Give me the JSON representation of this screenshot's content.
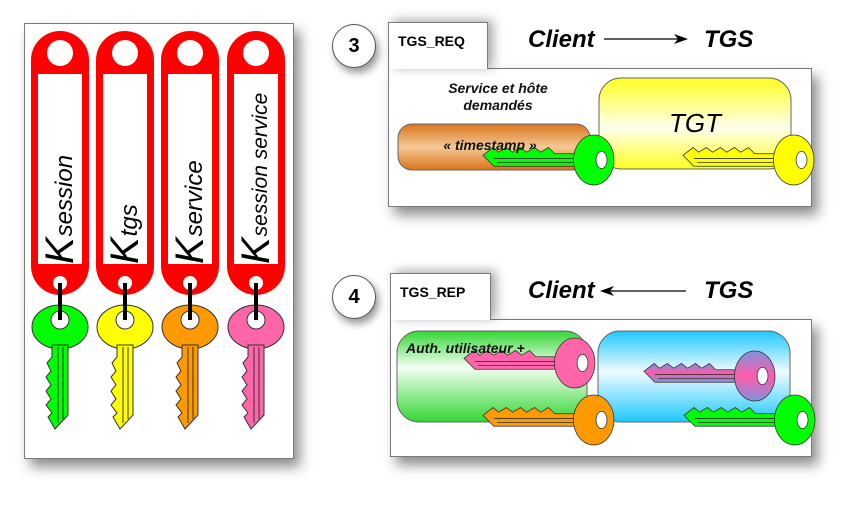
{
  "keyring": {
    "keys": [
      {
        "main": "K",
        "sub": "session",
        "key_color": "#00ff00"
      },
      {
        "main": "K",
        "sub": "tgs",
        "key_color": "#ffff00"
      },
      {
        "main": "K",
        "sub": "service",
        "key_color": "#ff9900"
      },
      {
        "main": "K",
        "sub": "session service",
        "key_color": "#ff66aa"
      }
    ],
    "tag_color": "#ff0000"
  },
  "step3": {
    "number": "3",
    "message": "TGS_REQ",
    "from": "Client",
    "to": "TGS",
    "arrow_direction": "right",
    "service_label": "Service et hôte demandés",
    "timestamp_label": "« timestamp »",
    "ticket_label": "TGT",
    "timestamp_box_color": "#e08a2a",
    "ticket_box_color": "#ffff33"
  },
  "step4": {
    "number": "4",
    "message": "TGS_REP",
    "from": "Client",
    "to": "TGS",
    "arrow_direction": "left",
    "auth_label": "Auth. utilisateur +",
    "auth_box_color": "#33dd33",
    "ticket_box_color": "#22ccff"
  }
}
